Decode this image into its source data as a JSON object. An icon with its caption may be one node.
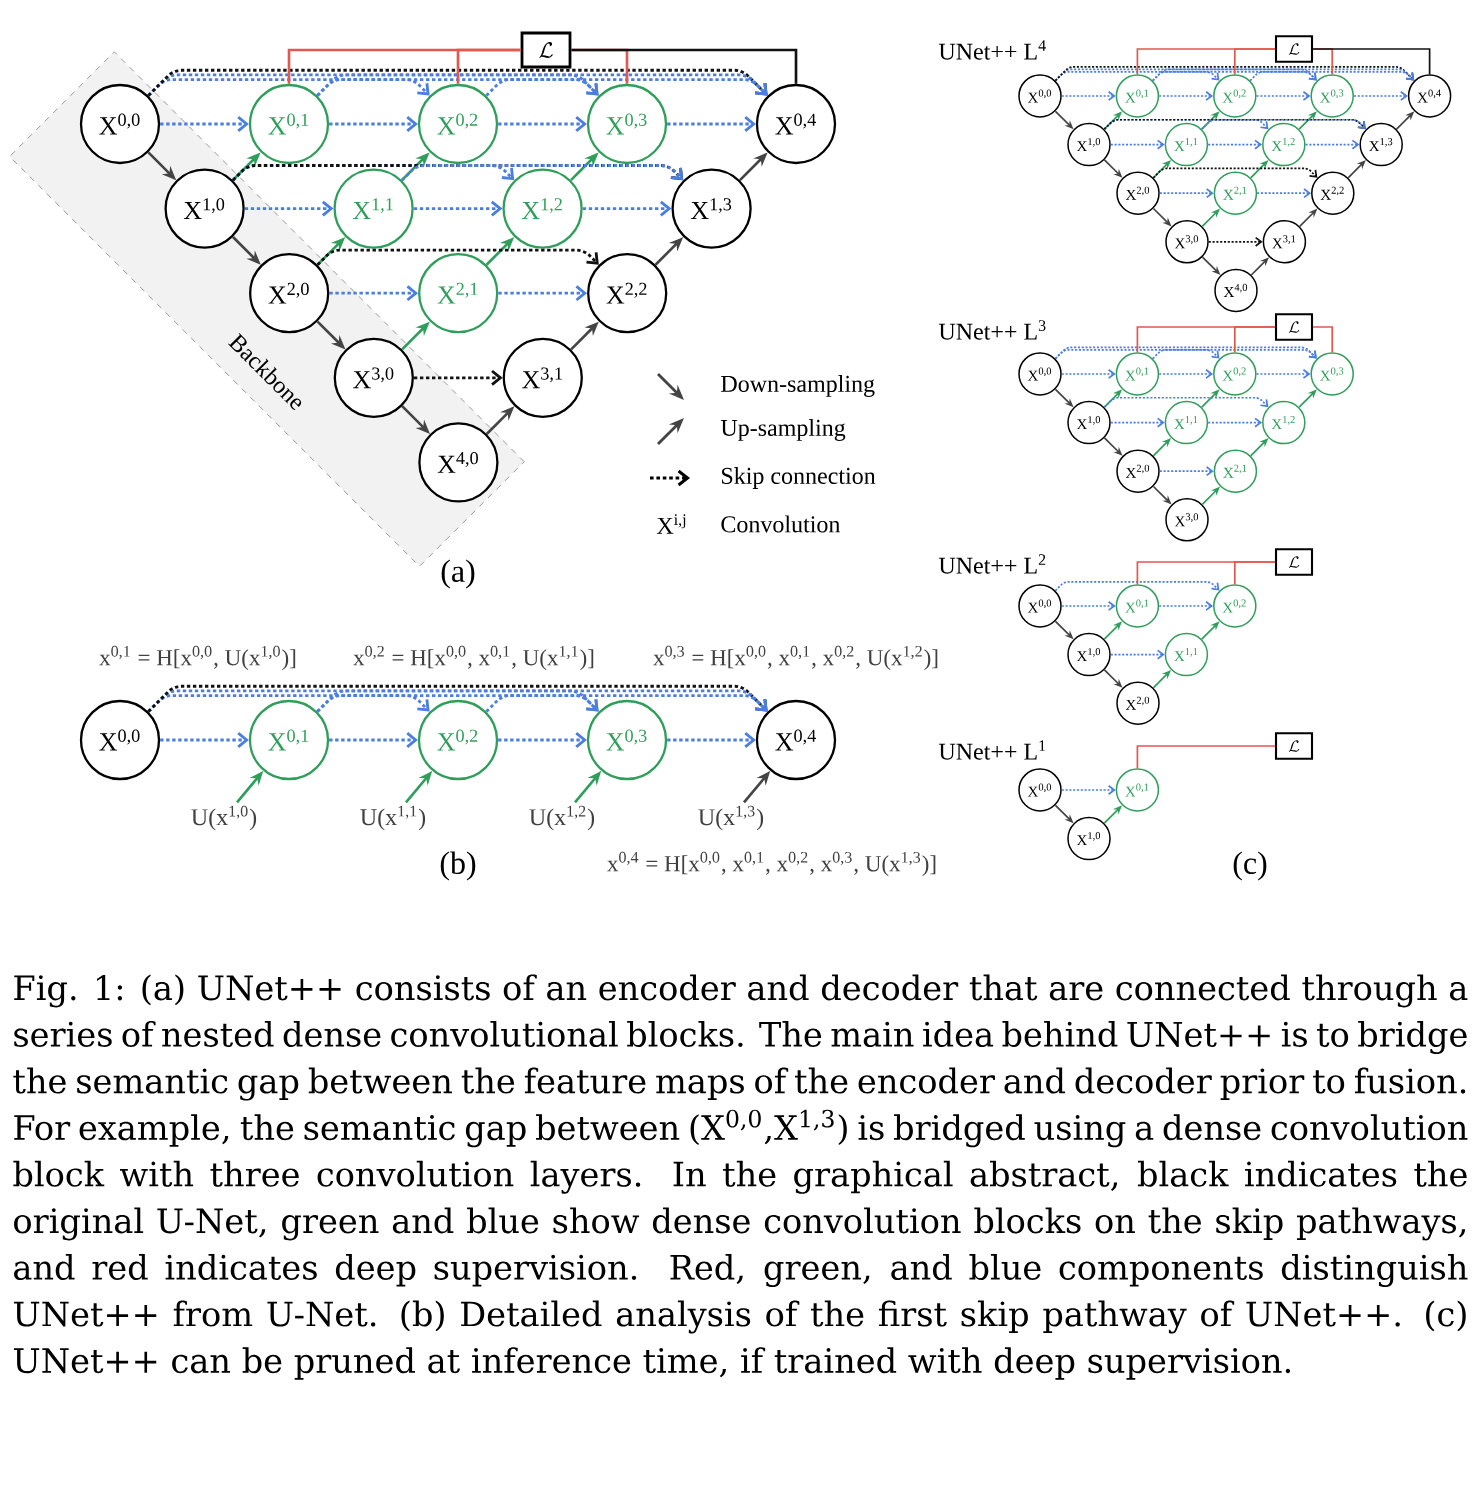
{
  "diagram": {
    "caption": "Fig. 1: (a) UNet++ consists of an encoder and decoder that are connected through a series of nested dense convolutional blocks. The main idea behind UNet++ is to bridge the semantic gap between the feature maps of the encoder and decoder prior to fusion. For example, the semantic gap between (X$^{0,0}$,X$^{1,3}$) is bridged using a dense convolution block with three convolution layers. In the graphical abstract, black indicates the original U-Net, green and blue show dense convolution blocks on the skip pathways, and red indicates deep supervision. Red, green, and blue components distinguish UNet++ from U-Net. (b) Detailed analysis of the first skip pathway of UNet++. (c) UNet++ can be pruned at inference time, if trained with deep supervision.",
    "nodes": [
      {
        "text": [
          "Backbone"
        ]
      },
      {
        "text": [
          "\\mathcal{L}"
        ]
      },
      {
        "text": [
          "X$^{0,0}$"
        ],
        "in": 0
      },
      {
        "text": [
          "X$^{0,1}$"
        ]
      },
      {
        "text": [
          "X$^{0,2}$"
        ]
      },
      {
        "text": [
          "X$^{0,3}$"
        ]
      },
      {
        "text": [
          "X$^{0,4}$"
        ]
      },
      {
        "text": [
          "X$^{1,0}$"
        ],
        "in": 0
      },
      {
        "text": [
          "X$^{1,1}$"
        ]
      },
      {
        "text": [
          "X$^{1,2}$"
        ]
      },
      {
        "text": [
          "X$^{1,3}$"
        ]
      },
      {
        "text": [
          "X$^{2,0}$"
        ],
        "in": 0
      },
      {
        "text": [
          "X$^{2,1}$"
        ]
      },
      {
        "text": [
          "X$^{2,2}$"
        ]
      },
      {
        "text": [
          "X$^{3,0}$"
        ],
        "in": 0
      },
      {
        "text": [
          "X$^{3,1}$"
        ]
      },
      {
        "text": [
          "X$^{4,0}$"
        ],
        "in": 0
      },
      {
        "text": [
          "X$^{0,0}$"
        ]
      },
      {
        "text": [
          "X$^{0,1}$"
        ]
      },
      {
        "text": [
          "X$^{0,2}$"
        ]
      },
      {
        "text": [
          "X$^{0,3}$"
        ]
      },
      {
        "text": [
          "X$^{0,4}$"
        ]
      },
      {
        "text": [
          "U(x$^{1,0}$)"
        ]
      },
      {
        "text": [
          "U(x$^{1,1}$)"
        ]
      },
      {
        "text": [
          "U(x$^{1,2}$)"
        ]
      },
      {
        "text": [
          "U(x$^{1,3}$)"
        ]
      },
      {
        "text": [
          "\\mathcal{L}"
        ]
      },
      {
        "text": [
          "X$^{0,0}$"
        ]
      },
      {
        "text": [
          "X$^{0,1}$"
        ]
      },
      {
        "text": [
          "X$^{0,2}$"
        ]
      },
      {
        "text": [
          "X$^{0,3}$"
        ]
      },
      {
        "text": [
          "X$^{0,4}$"
        ]
      },
      {
        "text": [
          "X$^{1,0}$"
        ]
      },
      {
        "text": [
          "X$^{1,1}$"
        ]
      },
      {
        "text": [
          "X$^{1,2}$"
        ]
      },
      {
        "text": [
          "X$^{1,3}$"
        ]
      },
      {
        "text": [
          "X$^{2,0}$"
        ]
      },
      {
        "text": [
          "X$^{2,1}$"
        ]
      },
      {
        "text": [
          "X$^{2,2}$"
        ]
      },
      {
        "text": [
          "X$^{3,0}$"
        ]
      },
      {
        "text": [
          "X$^{3,1}$"
        ]
      },
      {
        "text": [
          "X$^{4,0}$"
        ]
      },
      {
        "text": [
          "\\mathcal{L}"
        ]
      },
      {
        "text": [
          "X$^{0,0}$"
        ]
      },
      {
        "text": [
          "X$^{0,1}$"
        ]
      },
      {
        "text": [
          "X$^{0,2}$"
        ]
      },
      {
        "text": [
          "X$^{0,3}$"
        ]
      },
      {
        "text": [
          "X$^{1,0}$"
        ]
      },
      {
        "text": [
          "X$^{1,1}$"
        ]
      },
      {
        "text": [
          "X$^{1,2}$"
        ]
      },
      {
        "text": [
          "X$^{2,0}$"
        ]
      },
      {
        "text": [
          "X$^{2,1}$"
        ]
      },
      {
        "text": [
          "X$^{3,0}$"
        ]
      },
      {
        "text": [
          "\\mathcal{L}"
        ]
      },
      {
        "text": [
          "X$^{0,0}$"
        ]
      },
      {
        "text": [
          "X$^{0,1}$"
        ]
      },
      {
        "text": [
          "X$^{0,2}$"
        ]
      },
      {
        "text": [
          "X$^{1,0}$"
        ]
      },
      {
        "text": [
          "X$^{1,1}$"
        ]
      },
      {
        "text": [
          "X$^{2,0}$"
        ]
      },
      {
        "text": [
          "\\mathcal{L}"
        ]
      },
      {
        "text": [
          "X$^{0,0}$"
        ]
      },
      {
        "text": [
          "X$^{0,1}$"
        ]
      },
      {
        "text": [
          "X$^{1,0}$"
        ]
      }
    ],
    "edges": [
      {
        "from": 2,
        "to": 7,
        "arrow": "to",
        "color": "#444444"
      },
      {
        "from": 7,
        "to": 11,
        "arrow": "to",
        "color": "#444444"
      },
      {
        "from": 11,
        "to": 14,
        "arrow": "to",
        "color": "#444444"
      },
      {
        "from": 14,
        "to": 16,
        "arrow": "to",
        "color": "#444444"
      },
      {
        "from": 7,
        "to": 3,
        "arrow": "to",
        "color": "#2e9e5a"
      },
      {
        "from": 8,
        "to": 4,
        "arrow": "to",
        "color": "#2e9e5a"
      },
      {
        "from": 9,
        "to": 5,
        "arrow": "to",
        "color": "#2e9e5a"
      },
      {
        "from": 10,
        "to": 6,
        "arrow": "to",
        "color": "#444444"
      },
      {
        "from": 11,
        "to": 8,
        "arrow": "to",
        "color": "#2e9e5a"
      },
      {
        "from": 12,
        "to": 9,
        "arrow": "to",
        "color": "#2e9e5a"
      },
      {
        "from": 13,
        "to": 10,
        "arrow": "to",
        "color": "#444444"
      },
      {
        "from": 14,
        "to": 12,
        "arrow": "to",
        "color": "#2e9e5a"
      },
      {
        "from": 15,
        "to": 13,
        "arrow": "to",
        "color": "#444444"
      },
      {
        "from": 16,
        "to": 15,
        "arrow": "to",
        "color": "#444444"
      },
      {
        "from": 2,
        "to": 3,
        "arrow": "to",
        "style": "dashed"
      },
      {
        "from": 2,
        "to": 4,
        "arrow": "to",
        "style": "dashed"
      },
      {
        "from": 3,
        "to": 4,
        "arrow": "to",
        "style": "dashed"
      },
      {
        "from": 2,
        "to": 5,
        "arrow": "to",
        "style": "dashed"
      },
      {
        "from": 3,
        "to": 5,
        "arrow": "to",
        "style": "dashed"
      },
      {
        "from": 4,
        "to": 5,
        "arrow": "to",
        "style": "dashed"
      },
      {
        "from": 2,
        "to": 6,
        "arrow": "to",
        "style": "dashed",
        "color": "#111111"
      },
      {
        "from": 3,
        "to": 6,
        "arrow": "to",
        "style": "dashed"
      },
      {
        "from": 4,
        "to": 6,
        "arrow": "to",
        "style": "dashed"
      },
      {
        "from": 5,
        "to": 6,
        "arrow": "to",
        "style": "dashed"
      },
      {
        "from": 7,
        "to": 8,
        "arrow": "to",
        "style": "dashed"
      },
      {
        "from": 7,
        "to": 9,
        "arrow": "to",
        "style": "dashed"
      },
      {
        "from": 8,
        "to": 9,
        "arrow": "to",
        "style": "dashed"
      },
      {
        "from": 7,
        "to": 10,
        "arrow": "to",
        "style": "dashed",
        "color": "#111111"
      },
      {
        "from": 8,
        "to": 10,
        "arrow": "to",
        "style": "dashed"
      },
      {
        "from": 9,
        "to": 10,
        "arrow": "to",
        "style": "dashed"
      },
      {
        "from": 11,
        "to": 12,
        "arrow": "to",
        "style": "dashed"
      },
      {
        "from": 11,
        "to": 13,
        "arrow": "to",
        "style": "dashed",
        "color": "#111111"
      },
      {
        "from": 12,
        "to": 13,
        "arrow": "to",
        "style": "dashed"
      },
      {
        "from": 14,
        "to": 15,
        "arrow": "to",
        "style": "dashed",
        "color": "#111111"
      },
      {
        "from": 3,
        "to": 1,
        "arrow": "none",
        "color": "#e0584e"
      },
      {
        "from": 4,
        "to": 1,
        "arrow": "none",
        "color": "#e0584e"
      },
      {
        "from": 5,
        "to": 1,
        "arrow": "none",
        "color": "#e0584e"
      },
      {
        "from": 6,
        "to": 1,
        "arrow": "none",
        "color": "#111111"
      },
      {
        "from": 17,
        "to": 18,
        "arrow": "to",
        "style": "dashed"
      },
      {
        "from": 17,
        "to": 19,
        "arrow": "to",
        "style": "dashed"
      },
      {
        "from": 18,
        "to": 19,
        "arrow": "to",
        "style": "dashed"
      },
      {
        "from": 17,
        "to": 20,
        "arrow": "to",
        "style": "dashed"
      },
      {
        "from": 18,
        "to": 20,
        "arrow": "to",
        "style": "dashed"
      },
      {
        "from": 19,
        "to": 20,
        "arrow": "to",
        "style": "dashed"
      },
      {
        "from": 17,
        "to": 21,
        "arrow": "to",
        "style": "dashed",
        "color": "#111111"
      },
      {
        "from": 18,
        "to": 21,
        "arrow": "to",
        "style": "dashed"
      },
      {
        "from": 19,
        "to": 21,
        "arrow": "to",
        "style": "dashed"
      },
      {
        "from": 20,
        "to": 21,
        "arrow": "to",
        "style": "dashed"
      },
      {
        "from": 22,
        "to": 18,
        "arrow": "to",
        "color": "#2e9e5a"
      },
      {
        "from": 23,
        "to": 19,
        "arrow": "to",
        "color": "#2e9e5a"
      },
      {
        "from": 24,
        "to": 20,
        "arrow": "to",
        "color": "#2e9e5a"
      },
      {
        "from": 25,
        "to": 21,
        "arrow": "to",
        "color": "#444444"
      },
      {
        "from": 27,
        "to": 32,
        "arrow": "to",
        "color": "#444444"
      },
      {
        "from": 32,
        "to": 36,
        "arrow": "to",
        "color": "#444444"
      },
      {
        "from": 36,
        "to": 39,
        "arrow": "to",
        "color": "#444444"
      },
      {
        "from": 39,
        "to": 41,
        "arrow": "to",
        "color": "#444444"
      },
      {
        "from": 32,
        "to": 28,
        "arrow": "to",
        "color": "#2e9e5a"
      },
      {
        "from": 33,
        "to": 29,
        "arrow": "to",
        "color": "#2e9e5a"
      },
      {
        "from": 34,
        "to": 30,
        "arrow": "to",
        "color": "#2e9e5a"
      },
      {
        "from": 35,
        "to": 31,
        "arrow": "to",
        "color": "#444444"
      },
      {
        "from": 36,
        "to": 33,
        "arrow": "to",
        "color": "#2e9e5a"
      },
      {
        "from": 37,
        "to": 34,
        "arrow": "to",
        "color": "#2e9e5a"
      },
      {
        "from": 38,
        "to": 35,
        "arrow": "to",
        "color": "#444444"
      },
      {
        "from": 39,
        "to": 37,
        "arrow": "to",
        "color": "#2e9e5a"
      },
      {
        "from": 40,
        "to": 38,
        "arrow": "to",
        "color": "#444444"
      },
      {
        "from": 41,
        "to": 40,
        "arrow": "to",
        "color": "#444444"
      },
      {
        "from": 27,
        "to": 28,
        "arrow": "to",
        "style": "dashed"
      },
      {
        "from": 27,
        "to": 29,
        "arrow": "to",
        "style": "dashed"
      },
      {
        "from": 28,
        "to": 29,
        "arrow": "to",
        "style": "dashed"
      },
      {
        "from": 27,
        "to": 30,
        "arrow": "to",
        "style": "dashed"
      },
      {
        "from": 28,
        "to": 30,
        "arrow": "to",
        "style": "dashed"
      },
      {
        "from": 29,
        "to": 30,
        "arrow": "to",
        "style": "dashed"
      },
      {
        "from": 27,
        "to": 31,
        "arrow": "to",
        "style": "dashed",
        "color": "#111111"
      },
      {
        "from": 28,
        "to": 31,
        "arrow": "to",
        "style": "dashed"
      },
      {
        "from": 29,
        "to": 31,
        "arrow": "to",
        "style": "dashed"
      },
      {
        "from": 30,
        "to": 31,
        "arrow": "to",
        "style": "dashed"
      },
      {
        "from": 32,
        "to": 33,
        "arrow": "to",
        "style": "dashed"
      },
      {
        "from": 32,
        "to": 34,
        "arrow": "to",
        "style": "dashed"
      },
      {
        "from": 33,
        "to": 34,
        "arrow": "to",
        "style": "dashed"
      },
      {
        "from": 32,
        "to": 35,
        "arrow": "to",
        "style": "dashed",
        "color": "#111111"
      },
      {
        "from": 33,
        "to": 35,
        "arrow": "to",
        "style": "dashed"
      },
      {
        "from": 34,
        "to": 35,
        "arrow": "to",
        "style": "dashed"
      },
      {
        "from": 36,
        "to": 37,
        "arrow": "to",
        "style": "dashed"
      },
      {
        "from": 36,
        "to": 38,
        "arrow": "to",
        "style": "dashed",
        "color": "#111111"
      },
      {
        "from": 37,
        "to": 38,
        "arrow": "to",
        "style": "dashed"
      },
      {
        "from": 39,
        "to": 40,
        "arrow": "to",
        "style": "dashed",
        "color": "#111111"
      },
      {
        "from": 28,
        "to": 26,
        "arrow": "none",
        "color": "#e0584e"
      },
      {
        "from": 29,
        "to": 26,
        "arrow": "none",
        "color": "#e0584e"
      },
      {
        "from": 30,
        "to": 26,
        "arrow": "none",
        "color": "#e0584e"
      },
      {
        "from": 31,
        "to": 26,
        "arrow": "none",
        "color": "#111111"
      },
      {
        "from": 43,
        "to": 47,
        "arrow": "to",
        "color": "#444444"
      },
      {
        "from": 47,
        "to": 50,
        "arrow": "to",
        "color": "#444444"
      },
      {
        "from": 50,
        "to": 52,
        "arrow": "to",
        "color": "#444444"
      },
      {
        "from": 47,
        "to": 44,
        "arrow": "to",
        "color": "#2e9e5a"
      },
      {
        "from": 48,
        "to": 45,
        "arrow": "to",
        "color": "#2e9e5a"
      },
      {
        "from": 49,
        "to": 46,
        "arrow": "to",
        "color": "#2e9e5a"
      },
      {
        "from": 50,
        "to": 48,
        "arrow": "to",
        "color": "#2e9e5a"
      },
      {
        "from": 51,
        "to": 49,
        "arrow": "to",
        "color": "#2e9e5a"
      },
      {
        "from": 52,
        "to": 51,
        "arrow": "to",
        "color": "#2e9e5a"
      },
      {
        "from": 43,
        "to": 44,
        "arrow": "to",
        "style": "dashed"
      },
      {
        "from": 43,
        "to": 45,
        "arrow": "to",
        "style": "dashed"
      },
      {
        "from": 44,
        "to": 45,
        "arrow": "to",
        "style": "dashed"
      },
      {
        "from": 43,
        "to": 46,
        "arrow": "to",
        "style": "dashed"
      },
      {
        "from": 44,
        "to": 46,
        "arrow": "to",
        "style": "dashed"
      },
      {
        "from": 45,
        "to": 46,
        "arrow": "to",
        "style": "dashed"
      },
      {
        "from": 47,
        "to": 48,
        "arrow": "to",
        "style": "dashed"
      },
      {
        "from": 47,
        "to": 49,
        "arrow": "to",
        "style": "dashed"
      },
      {
        "from": 48,
        "to": 49,
        "arrow": "to",
        "style": "dashed"
      },
      {
        "from": 50,
        "to": 51,
        "arrow": "to",
        "style": "dashed"
      },
      {
        "from": 44,
        "to": 42,
        "arrow": "none",
        "color": "#e0584e"
      },
      {
        "from": 45,
        "to": 42,
        "arrow": "none",
        "color": "#e0584e"
      },
      {
        "from": 46,
        "to": 42,
        "arrow": "none",
        "color": "#e0584e"
      },
      {
        "from": 54,
        "to": 57,
        "arrow": "to",
        "color": "#444444"
      },
      {
        "from": 57,
        "to": 59,
        "arrow": "to",
        "color": "#444444"
      },
      {
        "from": 57,
        "to": 55,
        "arrow": "to",
        "color": "#2e9e5a"
      },
      {
        "from": 58,
        "to": 56,
        "arrow": "to",
        "color": "#2e9e5a"
      },
      {
        "from": 59,
        "to": 58,
        "arrow": "to",
        "color": "#2e9e5a"
      },
      {
        "from": 54,
        "to": 55,
        "arrow": "to",
        "style": "dashed"
      },
      {
        "from": 54,
        "to": 56,
        "arrow": "to",
        "style": "dashed"
      },
      {
        "from": 55,
        "to": 56,
        "arrow": "to",
        "style": "dashed"
      },
      {
        "from": 57,
        "to": 58,
        "arrow": "to",
        "style": "dashed"
      },
      {
        "from": 55,
        "to": 53,
        "arrow": "none",
        "color": "#e0584e"
      },
      {
        "from": 56,
        "to": 53,
        "arrow": "none",
        "color": "#e0584e"
      },
      {
        "from": 61,
        "to": 63,
        "arrow": "to",
        "color": "#444444"
      },
      {
        "from": 63,
        "to": 62,
        "arrow": "to",
        "color": "#2e9e5a"
      },
      {
        "from": 61,
        "to": 62,
        "arrow": "to",
        "style": "dashed"
      },
      {
        "from": 62,
        "to": 60,
        "arrow": "none",
        "color": "#e0584e"
      }
    ],
    "labels": [
      "UNet++ L$^{4}$",
      "X$^{i,j}$",
      "(a)",
      "UNet++ L$^{3}$",
      "UNet++ L$^{2}$",
      "x$^{0,1}$ = H[x$^{0,0}$, U(x$^{1,0}$)]",
      "x$^{0,2}$ = H[x$^{0,0}$, x$^{0,1}$, U(x$^{1,1}$)]",
      "x$^{0,3}$ = H[x$^{0,0}$, x$^{0,1}$, x$^{0,2}$, U(x$^{1,2}$)]",
      "UNet++ L$^{1}$",
      "(b)",
      "x$^{0,4}$ = H[x$^{0,0}$, x$^{0,1}$, x$^{0,2}$, x$^{0,3}$, U(x$^{1,3}$)]",
      "(c)"
    ],
    "legend": [
      {
        "text": "Down-sampling"
      },
      {
        "text": "Up-sampling"
      },
      {
        "text": "Skip connection"
      },
      {
        "text": "Convolution"
      }
    ]
  }
}
